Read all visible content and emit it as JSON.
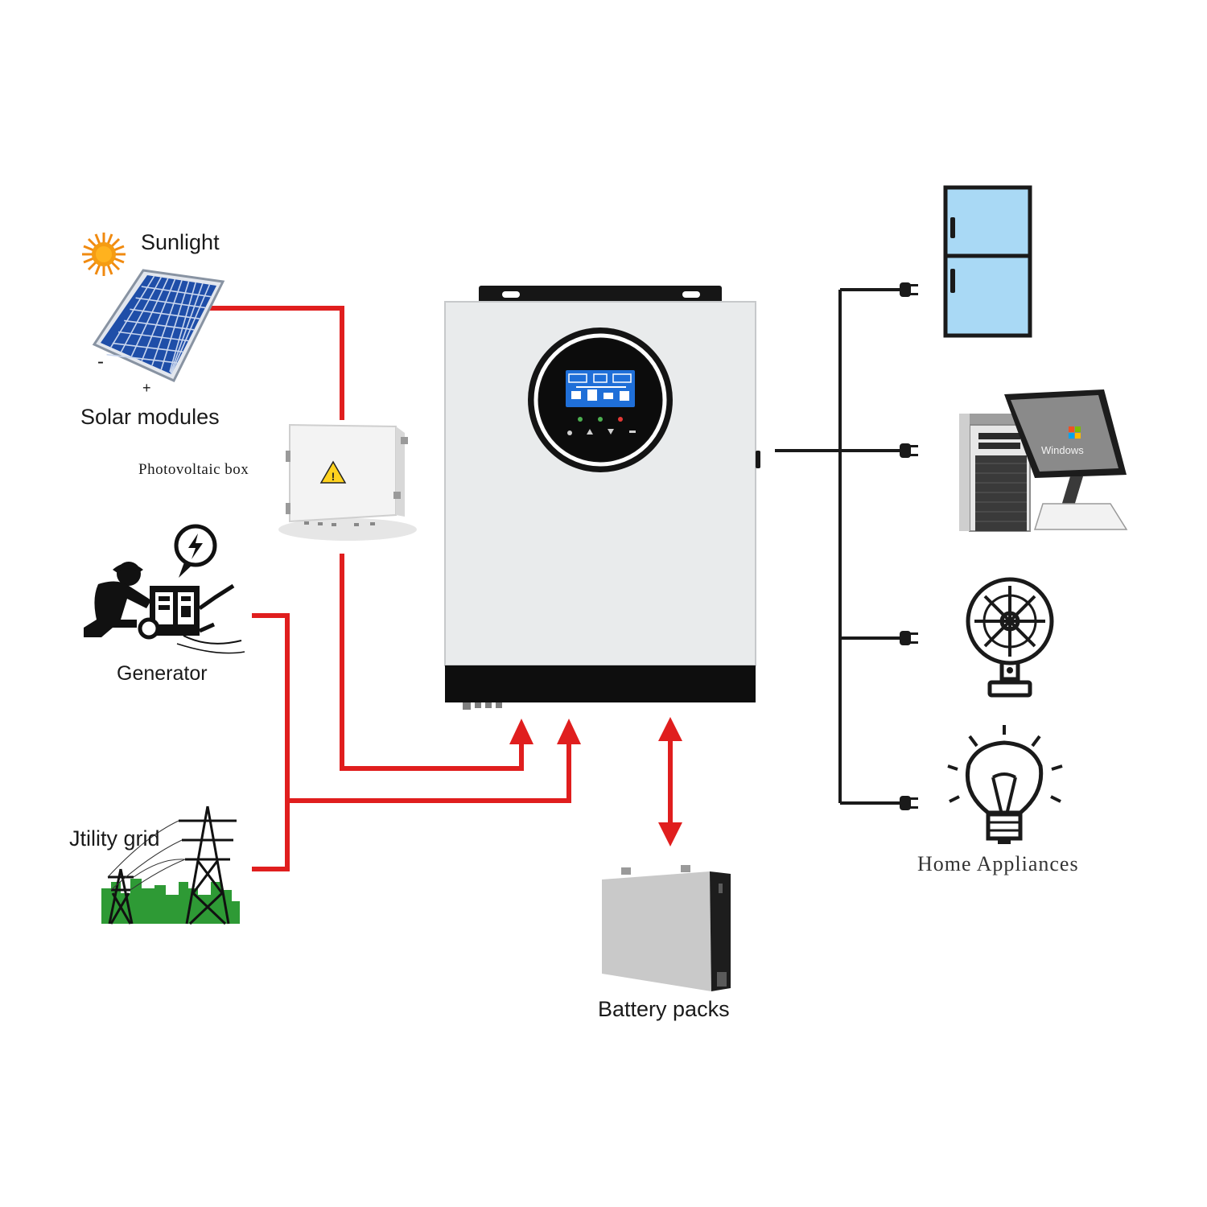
{
  "labels": {
    "sunlight": "Sunlight",
    "solar_modules": "Solar modules",
    "solar_minus": "-",
    "solar_plus": "+",
    "photovoltaic_box": "Photovoltaic box",
    "generator": "Generator",
    "utility_grid": "Jtility grid",
    "battery_packs": "Battery packs",
    "home_appliances": "Home Appliances"
  },
  "screen_text": {
    "windows": "Windows"
  },
  "colors": {
    "ac_wire": "#e01e1e",
    "load_wire": "#1a1a1a",
    "inverter_body": "#e9ebec",
    "lcd_blue": "#1f6fd8",
    "fridge_blue": "#a9d9f5",
    "grass_green": "#2e9a35"
  }
}
